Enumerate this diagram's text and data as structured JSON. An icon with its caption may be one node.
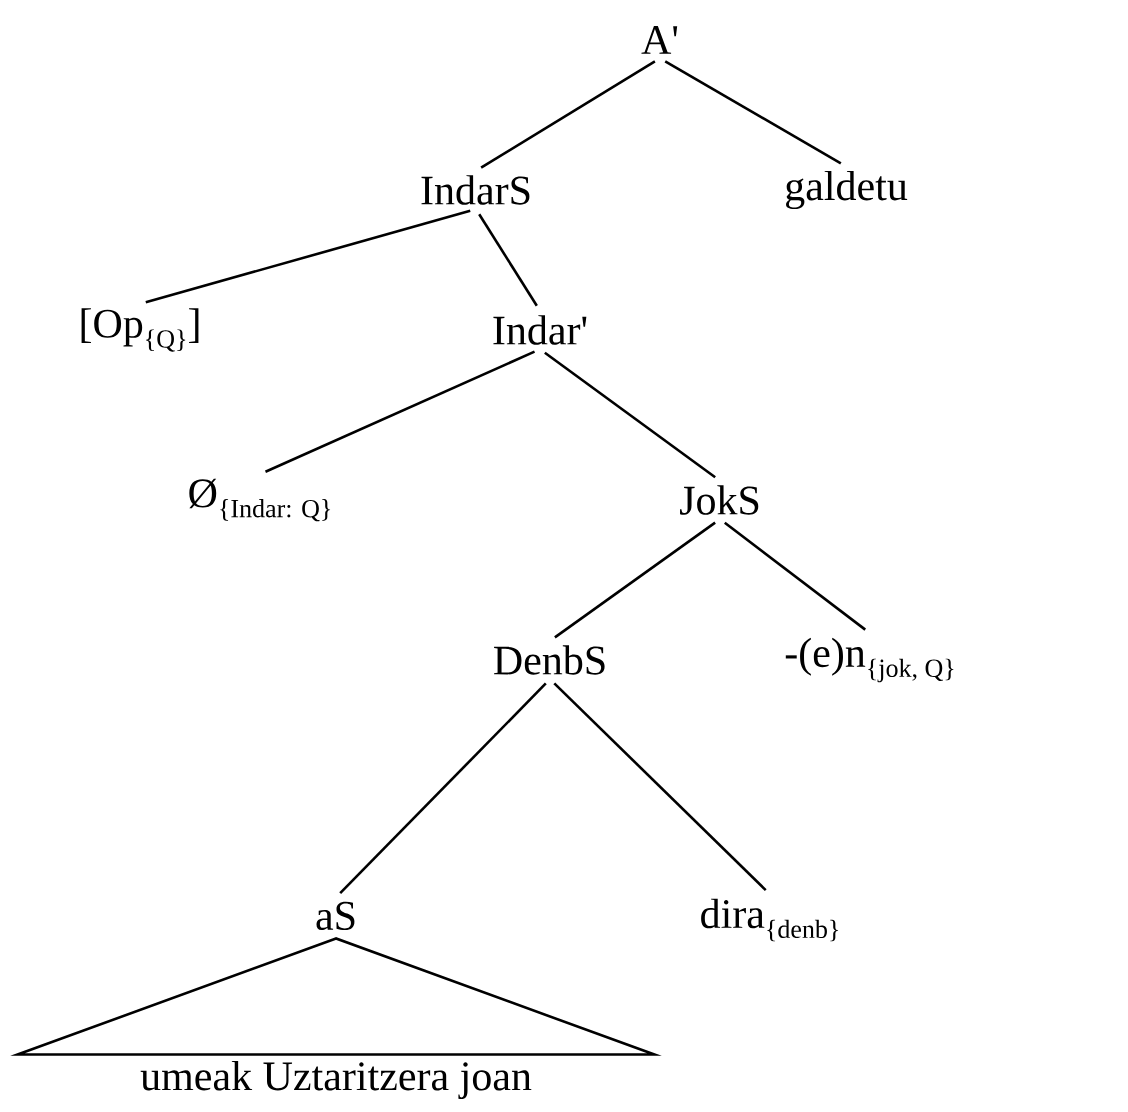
{
  "diagram": {
    "nodes": [
      {
        "text": [
          "A'"
        ]
      },
      {
        "text": [
          "IndarS"
        ]
      },
      {
        "text": [
          "galdetu"
        ]
      },
      {
        "text": [
          "[Op",
          "{Q}",
          "]"
        ]
      },
      {
        "text": [
          "Indar'"
        ]
      },
      {
        "text": [
          "Ø",
          "{Indar: Q}"
        ]
      },
      {
        "text": [
          "JokS"
        ]
      },
      {
        "text": [
          "DenbS"
        ]
      },
      {
        "text": [
          "-(e)n",
          "{jok, Q}"
        ]
      },
      {
        "text": [
          "aS"
        ]
      },
      {
        "text": [
          "dira",
          "{denb}"
        ]
      },
      {
        "text": [
          "umeak Uztaritzera joan"
        ]
      }
    ],
    "edges": [
      {
        "from": 0,
        "to": 1,
        "arrow": "none"
      },
      {
        "from": 0,
        "to": 2,
        "arrow": "none"
      },
      {
        "from": 1,
        "to": 3,
        "arrow": "none"
      },
      {
        "from": 1,
        "to": 4,
        "arrow": "none"
      },
      {
        "from": 4,
        "to": 5,
        "arrow": "none"
      },
      {
        "from": 4,
        "to": 6,
        "arrow": "none"
      },
      {
        "from": 6,
        "to": 7,
        "arrow": "none"
      },
      {
        "from": 6,
        "to": 8,
        "arrow": "none"
      },
      {
        "from": 7,
        "to": 9,
        "arrow": "none"
      },
      {
        "from": 7,
        "to": 10,
        "arrow": "none"
      },
      {
        "from": 9,
        "to": 11,
        "arrow": "none"
      }
    ]
  }
}
